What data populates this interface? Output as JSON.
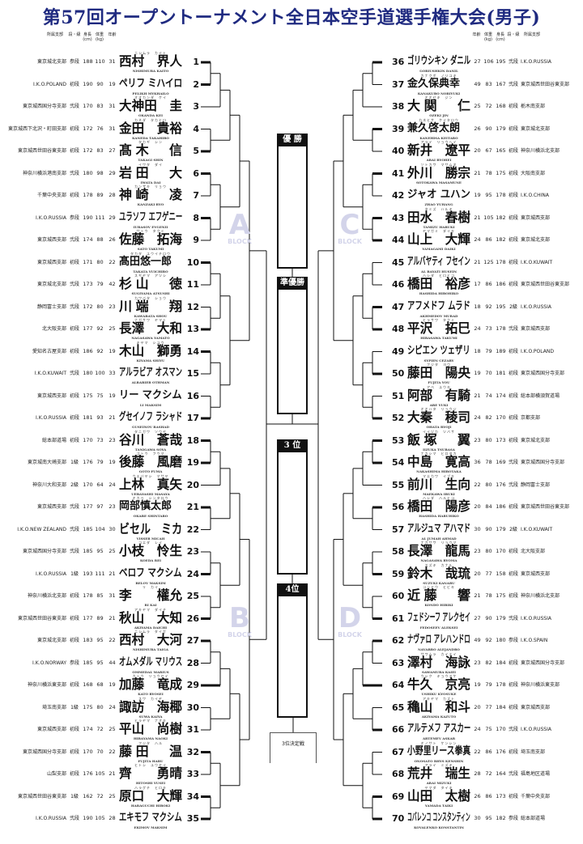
{
  "title": "第57回オープントーナメント全日本空手道選手権大会(男子)",
  "header_left": {
    "aff": "所属支部",
    "rank": "段・級",
    "height": "身長(cm)",
    "weight": "体重(kg)",
    "age": "年齢"
  },
  "header_right": {
    "age": "年齢",
    "weight": "体重(kg)",
    "height": "身長(cm)",
    "rank": "段・級",
    "aff": "所属支部"
  },
  "center": {
    "champion": "優 勝",
    "runner_up": "準優勝",
    "third": "3 位",
    "fourth": "4位",
    "third_match": "3位決定戦"
  },
  "blocks": {
    "A": {
      "letter": "A",
      "word": "BLOCK"
    },
    "B": {
      "letter": "B",
      "word": "BLOCK"
    },
    "C": {
      "letter": "C",
      "word": "BLOCK"
    },
    "D": {
      "letter": "D",
      "word": "BLOCK"
    }
  },
  "colors": {
    "title": "#1f2a80",
    "watermark": "#d3d4ea"
  },
  "left_players": [
    {
      "no": "1",
      "aff": "東京城北支部",
      "rank": "参段",
      "height": "188",
      "weight": "110",
      "age": "31",
      "name": "西村　界人",
      "furi": "ニシムラ　カイト",
      "roma": "NISHIMURA KAITO"
    },
    {
      "no": "2",
      "aff": "I.K.O.POLAND",
      "rank": "初段",
      "height": "190",
      "weight": "90",
      "age": "19",
      "name": "ペリフ ミハイロ",
      "furi": "",
      "roma": "PELIKH MYKHAILO"
    },
    {
      "no": "3",
      "aff": "東京城西国分寺支部",
      "rank": "弐段",
      "height": "170",
      "weight": "83",
      "age": "31",
      "name": "大神田　圭",
      "furi": "オオカンダ　ケイ",
      "roma": "OKANDA KEI"
    },
    {
      "no": "4",
      "aff": "東京城西下北沢・町田支部",
      "rank": "初段",
      "height": "172",
      "weight": "76",
      "age": "31",
      "name": "金田　貴裕",
      "furi": "カネダ　タカヒロ",
      "roma": "KANEDA TAKAHIRO"
    },
    {
      "no": "5",
      "aff": "東京城西世田谷東支部",
      "rank": "初段",
      "height": "172",
      "weight": "83",
      "age": "27",
      "name": "髙木　信",
      "furi": "タカギ　シン",
      "roma": "TAKAGI SHIN"
    },
    {
      "no": "6",
      "aff": "神奈川横浜港南支部",
      "rank": "弐段",
      "height": "180",
      "weight": "98",
      "age": "29",
      "name": "岩田　大",
      "furi": "イワタ　ダイ",
      "roma": "IWATA DAI"
    },
    {
      "no": "7",
      "aff": "千葉中央支部",
      "rank": "初段",
      "height": "178",
      "weight": "89",
      "age": "28",
      "name": "神崎　凌",
      "furi": "カンザキ　リョウ",
      "roma": "KANZAKI RYO"
    },
    {
      "no": "8",
      "aff": "I.K.O.RUSSIA",
      "rank": "参段",
      "height": "190",
      "weight": "111",
      "age": "29",
      "name": "ユラソフ エフゲニー",
      "furi": "",
      "roma": "IURASOV EVGENII"
    },
    {
      "no": "9",
      "aff": "東京城西支部",
      "rank": "弐段",
      "height": "174",
      "weight": "88",
      "age": "26",
      "name": "佐藤　拓海",
      "furi": "サトウ　タクミ",
      "roma": "SATO TAKUMI"
    },
    {
      "no": "10",
      "aff": "東京城西支部",
      "rank": "初段",
      "height": "171",
      "weight": "80",
      "age": "22",
      "name": "髙田悠一郎",
      "furi": "タカタ　ユウイチロウ",
      "roma": "TAKATA YUICHIRO"
    },
    {
      "no": "11",
      "aff": "東京城北支部",
      "rank": "弐段",
      "height": "173",
      "weight": "79",
      "age": "42",
      "name": "杉山　徳",
      "furi": "スギヤマ　アツシ",
      "roma": "SUGIYAMA ATSUSHI"
    },
    {
      "no": "12",
      "aff": "静岡富士支部",
      "rank": "弐段",
      "height": "172",
      "weight": "80",
      "age": "23",
      "name": "川端　翔",
      "furi": "カワバタ　ショウ",
      "roma": "KAWABATA SHOU"
    },
    {
      "no": "13",
      "aff": "北大阪支部",
      "rank": "初段",
      "height": "177",
      "weight": "92",
      "age": "25",
      "name": "長澤　大和",
      "furi": "ナガサワ　ヤマト",
      "roma": "NAGASAWA YAMATO"
    },
    {
      "no": "14",
      "aff": "愛知名古屋支部",
      "rank": "初段",
      "height": "186",
      "weight": "92",
      "age": "19",
      "name": "木山　獅勇",
      "furi": "キヤマ　シユウ",
      "roma": "KIYAMA SHIYU"
    },
    {
      "no": "15",
      "aff": "I.K.O.KUWAIT",
      "rank": "弐段",
      "height": "180",
      "weight": "100",
      "age": "33",
      "name": "アルラビア オスマン",
      "furi": "",
      "roma": "ALRABIER OTHMAN"
    },
    {
      "no": "16",
      "aff": "東京城西支部",
      "rank": "初段",
      "height": "175",
      "weight": "75",
      "age": "19",
      "name": "リー マクシム",
      "furi": "",
      "roma": "LI MAKSIM"
    },
    {
      "no": "17",
      "aff": "I.K.O.RUSSIA",
      "rank": "初段",
      "height": "181",
      "weight": "93",
      "age": "21",
      "name": "グセイノフ ラシャド",
      "furi": "",
      "roma": "GUSEINOV RASHAD"
    },
    {
      "no": "18",
      "aff": "総本部道場",
      "rank": "初段",
      "height": "170",
      "weight": "73",
      "age": "23",
      "name": "谷川　蒼哉",
      "furi": "タニガワ　ソウヤ",
      "roma": "TANIGAWA SOYA"
    },
    {
      "no": "19",
      "aff": "東京城南大崎支部",
      "rank": "1級",
      "height": "176",
      "weight": "79",
      "age": "19",
      "name": "後藤　風磨",
      "furi": "ゴトウ　フウマ",
      "roma": "GOTO FUMA"
    },
    {
      "no": "20",
      "aff": "神奈川大和支部",
      "rank": "2級",
      "height": "170",
      "weight": "64",
      "age": "24",
      "name": "上林　真矢",
      "furi": "ウエバヤシ　マサヤ",
      "roma": "UEBAYASHI MASAYA"
    },
    {
      "no": "21",
      "aff": "東京城西支部",
      "rank": "弐段",
      "height": "177",
      "weight": "97",
      "age": "23",
      "name": "岡部慎太郎",
      "furi": "オカベ　シンタロウ",
      "roma": "OKABE SHINTARO"
    },
    {
      "no": "22",
      "aff": "I.K.O.NEW ZEALAND",
      "rank": "弐段",
      "height": "185",
      "weight": "104",
      "age": "30",
      "name": "ビセル　ミカ",
      "furi": "",
      "roma": "VISSER MICAH"
    },
    {
      "no": "23",
      "aff": "東京城西国分寺支部",
      "rank": "弐段",
      "height": "185",
      "weight": "95",
      "age": "25",
      "name": "小枝　怜生",
      "furi": "コエダ　レイ",
      "roma": "KOEDA REI"
    },
    {
      "no": "24",
      "aff": "I.K.O.RUSSIA",
      "rank": "1級",
      "height": "193",
      "weight": "111",
      "age": "21",
      "name": "ベロフ マクシム",
      "furi": "",
      "roma": "BELOV MAKSIM"
    },
    {
      "no": "25",
      "aff": "神奈川横浜北支部",
      "rank": "初段",
      "height": "178",
      "weight": "85",
      "age": "31",
      "name": "李　　權允",
      "furi": "リ　カイ",
      "roma": "RI KAI"
    },
    {
      "no": "26",
      "aff": "東京城西世田谷東支部",
      "rank": "初段",
      "height": "177",
      "weight": "89",
      "age": "21",
      "name": "秋山　大知",
      "furi": "アキヤマ　ダイチ",
      "roma": "AKIYAMA DAICHI"
    },
    {
      "no": "27",
      "aff": "東京城北支部",
      "rank": "初段",
      "height": "183",
      "weight": "95",
      "age": "22",
      "name": "西村　大河",
      "furi": "ニシムラ　タイガ",
      "roma": "NISHIMURA TAIGA"
    },
    {
      "no": "28",
      "aff": "I.K.O.NORWAY",
      "rank": "参段",
      "height": "185",
      "weight": "95",
      "age": "44",
      "name": "オムメダル マリウス",
      "furi": "",
      "roma": "OMMEDAL MARIUS"
    },
    {
      "no": "29",
      "aff": "神奈川横浜東支部",
      "rank": "初段",
      "height": "168",
      "weight": "68",
      "age": "19",
      "name": "加藤　竜成",
      "furi": "カトウ　リョウセイ",
      "roma": "KATO RYOSEI"
    },
    {
      "no": "30",
      "aff": "埼玉南支部",
      "rank": "1級",
      "height": "175",
      "weight": "80",
      "age": "24",
      "name": "諏訪　海椰",
      "furi": "スワ　カイヤ",
      "roma": "SUWA KAIYA"
    },
    {
      "no": "31",
      "aff": "東京城西支部",
      "rank": "初段",
      "height": "174",
      "weight": "72",
      "age": "25",
      "name": "平山　尚樹",
      "furi": "ヒラヤマ　ナオキ",
      "roma": "HIRAYAMA NAOKI"
    },
    {
      "no": "32",
      "aff": "東京城西国分寺支部",
      "rank": "初段",
      "height": "170",
      "weight": "70",
      "age": "22",
      "name": "藤田　温",
      "furi": "フジタ　ハル",
      "roma": "FUJITA HARU"
    },
    {
      "no": "33",
      "aff": "山梨支部",
      "rank": "初段",
      "height": "176",
      "weight": "105",
      "age": "21",
      "name": "齊　　勇晴",
      "furi": "ヒトシ　ユウセイ",
      "roma": "HITOSHI YUSEI"
    },
    {
      "no": "34",
      "aff": "東京城西世田谷東支部",
      "rank": "1級",
      "height": "162",
      "weight": "72",
      "age": "25",
      "name": "原口　大輝",
      "furi": "ハラグチ　ヒロキ",
      "roma": "HARAGUCHI HIROKI"
    },
    {
      "no": "35",
      "aff": "I.K.O.RUSSIA",
      "rank": "弐段",
      "height": "190",
      "weight": "105",
      "age": "28",
      "name": "エキモフ マクシム",
      "furi": "",
      "roma": "EKIMOV MAKSIM"
    }
  ],
  "right_players": [
    {
      "no": "36",
      "aff": "I.K.O.RUSSIA",
      "rank": "弐段",
      "height": "195",
      "weight": "106",
      "age": "27",
      "name": "ゴリウシキン ダニル",
      "furi": "",
      "roma": "GORIUSHKIN DANIL"
    },
    {
      "no": "37",
      "aff": "東京城西世田谷東支部",
      "rank": "弐段",
      "height": "167",
      "weight": "83",
      "age": "49",
      "name": "金久保典幸",
      "furi": "カナクボ　ノリユキ",
      "roma": "KANAKUBO NORIYUKI"
    },
    {
      "no": "38",
      "aff": "栃木南支部",
      "rank": "初段",
      "height": "168",
      "weight": "72",
      "age": "25",
      "name": "大関　仁",
      "furi": "オオゼキ　ジン",
      "roma": "OZEKI JIN"
    },
    {
      "no": "39",
      "aff": "東京城北支部",
      "rank": "初段",
      "height": "179",
      "weight": "90",
      "age": "26",
      "name": "兼久啓太朗",
      "furi": "カネヒサ　ケイタロウ",
      "roma": "KANEHISA KEITARO"
    },
    {
      "no": "40",
      "aff": "神奈川横浜北支部",
      "rank": "初段",
      "height": "165",
      "weight": "67",
      "age": "20",
      "name": "新井　遼平",
      "furi": "アライ　リョウヘイ",
      "roma": "ARAI RYOHEI"
    },
    {
      "no": "41",
      "aff": "大阪南支部",
      "rank": "初段",
      "height": "175",
      "weight": "78",
      "age": "21",
      "name": "外川　勝宗",
      "furi": "ソトカワ　マサムネ",
      "roma": "SOTOKAWA MASAMUNE"
    },
    {
      "no": "42",
      "aff": "I.K.O.CHINA",
      "rank": "初段",
      "height": "178",
      "weight": "95",
      "age": "19",
      "name": "ジャオ ユハン",
      "furi": "",
      "roma": "ZHAO YUHANG"
    },
    {
      "no": "43",
      "aff": "東京城西支部",
      "rank": "初段",
      "height": "182",
      "weight": "105",
      "age": "21",
      "name": "田水　春樹",
      "furi": "タミズ　ハルキ",
      "roma": "TAMIZU HARUKI"
    },
    {
      "no": "44",
      "aff": "東京城北支部",
      "rank": "初段",
      "height": "182",
      "weight": "86",
      "age": "24",
      "name": "山上　大輝",
      "furi": "ヤマガミ　ダイキ",
      "roma": "YAMAGAMI DAIKI"
    },
    {
      "no": "45",
      "aff": "I.K.O.KUWAIT",
      "rank": "初段",
      "height": "178",
      "weight": "125",
      "age": "21",
      "name": "アルバヤティ フセイン",
      "furi": "",
      "roma": "AL BAYATI HUSEIN"
    },
    {
      "no": "46",
      "aff": "東京城西世田谷東支部",
      "rank": "初段",
      "height": "186",
      "weight": "86",
      "age": "17",
      "name": "橋田　裕彦",
      "furi": "ハシダ　ヒロヒコ",
      "roma": "HASHIDA HIROHIKO"
    },
    {
      "no": "47",
      "aff": "I.K.O.RUSSIA",
      "rank": "2級",
      "height": "195",
      "weight": "92",
      "age": "18",
      "name": "アフメドフ ムラド",
      "furi": "",
      "roma": "AKHMEDOV MURAD"
    },
    {
      "no": "48",
      "aff": "東京城西支部",
      "rank": "弐段",
      "height": "178",
      "weight": "73",
      "age": "24",
      "name": "平沢　拓巳",
      "furi": "ヒラサワ　タクミ",
      "roma": "HIRASAWA TAKUMI"
    },
    {
      "no": "49",
      "aff": "I.K.O.POLAND",
      "rank": "初段",
      "height": "189",
      "weight": "79",
      "age": "18",
      "name": "シピエン ツェザリ",
      "furi": "",
      "roma": "SYPIEN CEZARY"
    },
    {
      "no": "50",
      "aff": "東京城西国分寺支部",
      "rank": "初段",
      "height": "181",
      "weight": "70",
      "age": "19",
      "name": "藤田　陽央",
      "furi": "フジタ　ヨウ",
      "roma": "FUJITA YOU"
    },
    {
      "no": "51",
      "aff": "総本部横須賀道場",
      "rank": "初段",
      "height": "174",
      "weight": "74",
      "age": "21",
      "name": "阿部　有騎",
      "furi": "アベ　ユウキ",
      "roma": "ABE YUKI"
    },
    {
      "no": "52",
      "aff": "京都支部",
      "rank": "初段",
      "height": "170",
      "weight": "82",
      "age": "24",
      "name": "大秦　稜司",
      "furi": "オオハタ　リョウジ",
      "roma": "OHATA RYOJI"
    },
    {
      "no": "53",
      "aff": "東京城北支部",
      "rank": "初段",
      "height": "173",
      "weight": "80",
      "age": "23",
      "name": "飯塚　翼",
      "furi": "イイヅカ　ツバサ",
      "roma": "IIZUKA TSUBASA"
    },
    {
      "no": "54",
      "aff": "東京城西国分寺支部",
      "rank": "弐段",
      "height": "169",
      "weight": "78",
      "age": "36",
      "name": "中島　寛高",
      "furi": "ナカシマ　ヒロタカ",
      "roma": "NAKASHIMA HIROTAKA"
    },
    {
      "no": "55",
      "aff": "静岡富士支部",
      "rank": "弐段",
      "height": "176",
      "weight": "80",
      "age": "22",
      "name": "前川　生向",
      "furi": "マエカワ　イブキ",
      "roma": "MAEKAWA IBUKI"
    },
    {
      "no": "56",
      "aff": "東京城西世田谷東支部",
      "rank": "初段",
      "height": "186",
      "weight": "84",
      "age": "20",
      "name": "橋田　陽彦",
      "furi": "ハシダ　ハルヒコ",
      "roma": "HASHIDA HARUHIKO"
    },
    {
      "no": "57",
      "aff": "I.K.O.KUWAIT",
      "rank": "2級",
      "height": "179",
      "weight": "90",
      "age": "30",
      "name": "アルジュマ アハマド",
      "furi": "",
      "roma": "AL JUMAH AHMAD"
    },
    {
      "no": "58",
      "aff": "北大阪支部",
      "rank": "初段",
      "height": "170",
      "weight": "80",
      "age": "23",
      "name": "長澤　龍馬",
      "furi": "ナガサワ　リョウマ",
      "roma": "NAGASAWA RYOMA"
    },
    {
      "no": "59",
      "aff": "東京城西支部",
      "rank": "初段",
      "height": "158",
      "weight": "77",
      "age": "20",
      "name": "鈴木　哉琉",
      "furi": "スズキ　カナル",
      "roma": "SUZUKI KANARU"
    },
    {
      "no": "60",
      "aff": "神奈川横浜北支部",
      "rank": "初段",
      "height": "175",
      "weight": "78",
      "age": "21",
      "name": "近藤　響",
      "furi": "コンドウ　ヒビキ",
      "roma": "KONDO HIBIKI"
    },
    {
      "no": "61",
      "aff": "I.K.O.RUSSIA",
      "rank": "弐段",
      "height": "179",
      "weight": "90",
      "age": "27",
      "name": "フェドシーフ アレクセイ",
      "furi": "",
      "roma": "FEDOSEEV ALEKSEI"
    },
    {
      "no": "62",
      "aff": "I.K.O.SPAIN",
      "rank": "参段",
      "height": "180",
      "weight": "92",
      "age": "49",
      "name": "ナヴァロ アレハンドロ",
      "furi": "",
      "roma": "NAVARRO ALEJANDRO"
    },
    {
      "no": "63",
      "aff": "東京城西国分寺支部",
      "rank": "初段",
      "height": "184",
      "weight": "82",
      "age": "23",
      "name": "澤村　海詠",
      "furi": "サワムラ　カイエイ",
      "roma": "SAWAMURA KAIEI"
    },
    {
      "no": "64",
      "aff": "神奈川横浜東支部",
      "rank": "初段",
      "height": "178",
      "weight": "79",
      "age": "19",
      "name": "牛久　京亮",
      "furi": "ウシク　キョウスケ",
      "roma": "USHIKU KYOSUKE"
    },
    {
      "no": "65",
      "aff": "東京城西支部",
      "rank": "初段",
      "height": "184",
      "weight": "77",
      "age": "20",
      "name": "穐山　和斗",
      "furi": "アキヤマ　カズト",
      "roma": "AKIYAMA KAZUTO"
    },
    {
      "no": "66",
      "aff": "I.K.O.RUSSIA",
      "rank": "弐段",
      "height": "170",
      "weight": "75",
      "age": "24",
      "name": "アルテメフ アスカー",
      "furi": "",
      "roma": "ARTEMEV ASKAR"
    },
    {
      "no": "67",
      "aff": "埼玉南支部",
      "rank": "初段",
      "height": "176",
      "weight": "86",
      "age": "22",
      "name": "小野里リース拳真",
      "furi": "オノサト　ケンシン",
      "roma": "ONOSATO RHYS KENSHIN"
    },
    {
      "no": "68",
      "aff": "福島地区道場",
      "rank": "弐段",
      "height": "164",
      "weight": "72",
      "age": "28",
      "name": "荒井　瑞生",
      "furi": "アライ　ミズキ",
      "roma": "ARAI MIZUKI"
    },
    {
      "no": "69",
      "aff": "千葉中央支部",
      "rank": "初段",
      "height": "173",
      "weight": "86",
      "age": "26",
      "name": "山田　太樹",
      "furi": "ヤマダ　タイキ",
      "roma": "YAMADA TAIKI"
    },
    {
      "no": "70",
      "aff": "総本部道場",
      "rank": "参段",
      "height": "182",
      "weight": "95",
      "age": "30",
      "name": "コバレンコ コンスタンティン",
      "furi": "",
      "roma": "KOVALENKO KONSTANTIN"
    }
  ],
  "first_round_advanced": [
    1,
    2,
    5,
    6,
    8,
    10,
    13,
    14,
    17,
    18,
    19,
    21,
    24,
    26,
    27,
    29,
    32,
    34,
    35,
    36,
    39,
    41,
    43,
    44,
    47,
    48,
    50,
    52,
    53,
    54,
    56,
    59,
    61,
    62,
    64,
    66,
    69,
    70
  ]
}
